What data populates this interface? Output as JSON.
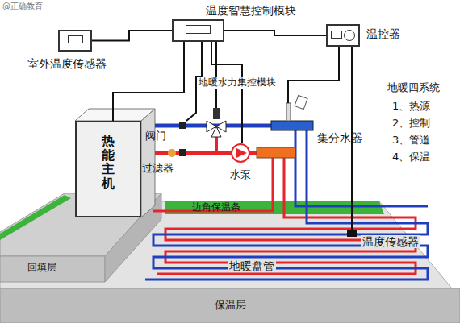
{
  "diagram": {
    "nodes": [
      {
        "text": [
          "温度智慧控制模块"
        ]
      },
      {
        "text": [
          "温控器"
        ]
      },
      {
        "text": [
          "室外温度传感器"
        ]
      },
      {
        "text": [
          "热能主机"
        ]
      }
    ],
    "edges": [
      {
        "from": 2,
        "to": 0,
        "arrow": "none"
      },
      {
        "from": 0,
        "to": 1,
        "arrow": "none"
      },
      {
        "from": 0,
        "to": 3,
        "arrow": "none"
      }
    ],
    "labels": [
      "@正确教育",
      "地暖水力集控模块",
      "阀门",
      "过滤器",
      "水泵",
      "集分水器",
      "地暖四系统",
      "1、热源",
      "2、控制",
      "3、管道",
      "4、保温",
      "边角保温条",
      "温度传感器",
      "回填层",
      "地暖盘管",
      "保温层"
    ]
  }
}
